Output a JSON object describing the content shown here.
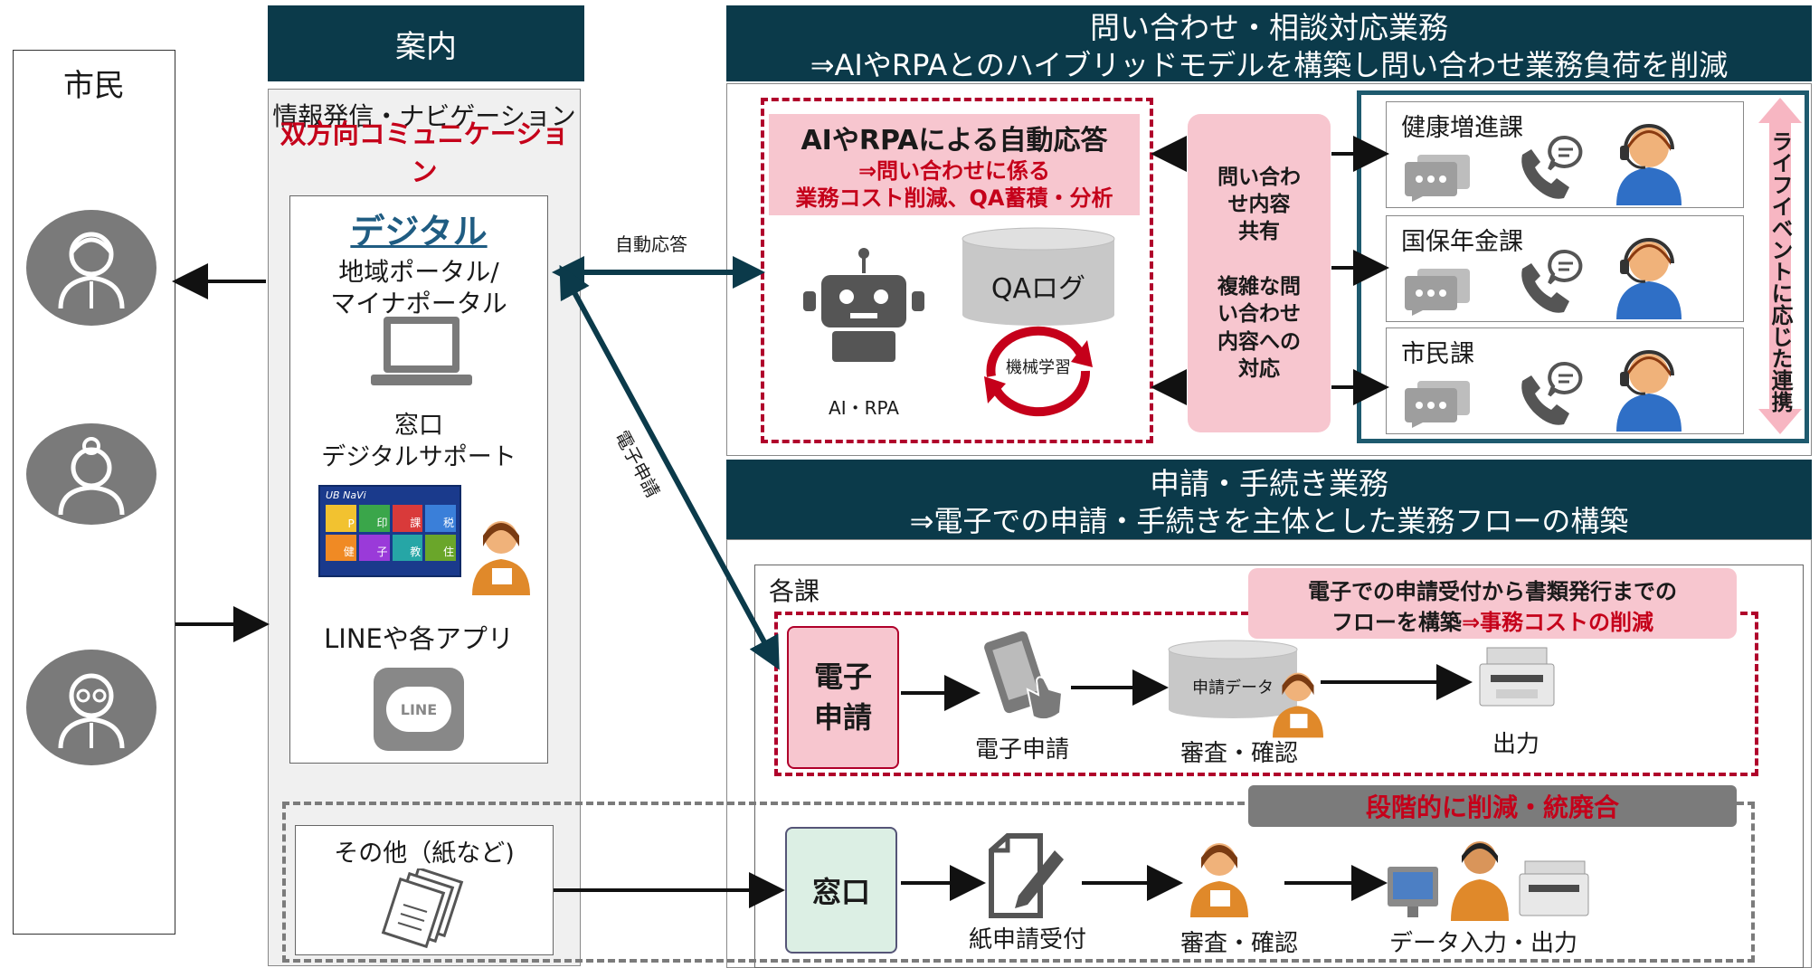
{
  "citizen": {
    "title": "市民"
  },
  "annai": {
    "header": "案内",
    "info_line": "情報発信・ナビゲーション",
    "two_way": "双方向コミュニケーション",
    "digital": "デジタル",
    "portal": "地域ポータル/\nマイナポータル",
    "madoguchi_support": "窓口\nデジタルサポート",
    "line_apps": "LINEや各アプリ",
    "line_logo": "LINE",
    "navi_logo": "UB NaVi",
    "navi_tiles": [
      "P",
      "印",
      "課",
      "税",
      "健",
      "子",
      "教",
      "住"
    ],
    "other_paper": "その他（紙など)"
  },
  "inquiry": {
    "header_line1": "問い合わせ・相談対応業務",
    "header_line2": "⇒AIやRPAとのハイブリッドモデルを構築し問い合わせ業務負荷を削減",
    "auto_title": "AIやRPAによる自動応答",
    "auto_sub": "⇒問い合わせに係る\n業務コスト削減、QA蓄積・分析",
    "qa_log": "QAログ",
    "machine_learning": "機械学習",
    "ai_rpa": "AI・RPA",
    "shared_box": "問い合わ\nせ内容\n共有\n\n複雑な問\nい合わせ\n内容への\n対応",
    "departments": [
      "健康増進課",
      "国保年金課",
      "市民課"
    ],
    "lifeevent": "ライフイベントに応じた連携"
  },
  "arrows": {
    "auto_reply": "自動応答",
    "e_application": "電子申請"
  },
  "application": {
    "header_line1": "申請・手続き業務",
    "header_line2": "⇒電子での申請・手続きを主体とした業務フローの構築",
    "each_dept": "各課",
    "flow_note_line1": "電子での申請受付から書類発行までの",
    "flow_note_line2a": "フローを構築",
    "flow_note_line2b": "⇒事務コストの削減",
    "e_apply_box": "電子\n申請",
    "e_apply_label": "電子申請",
    "app_data": "申請データ",
    "review": "審査・確認",
    "output": "出力",
    "stepwise": "段階的に削減・統廃合",
    "window_box": "窓口",
    "paper_receipt": "紙申請受付",
    "review2": "審査・確認",
    "data_output": "データ入力・出力"
  },
  "colors": {
    "navy": "#0b3a4a",
    "crimson": "#c5001a",
    "pink": "#f7c6cf",
    "teal_border": "#1e5a6e",
    "grey_bar": "#7b7b7b"
  }
}
